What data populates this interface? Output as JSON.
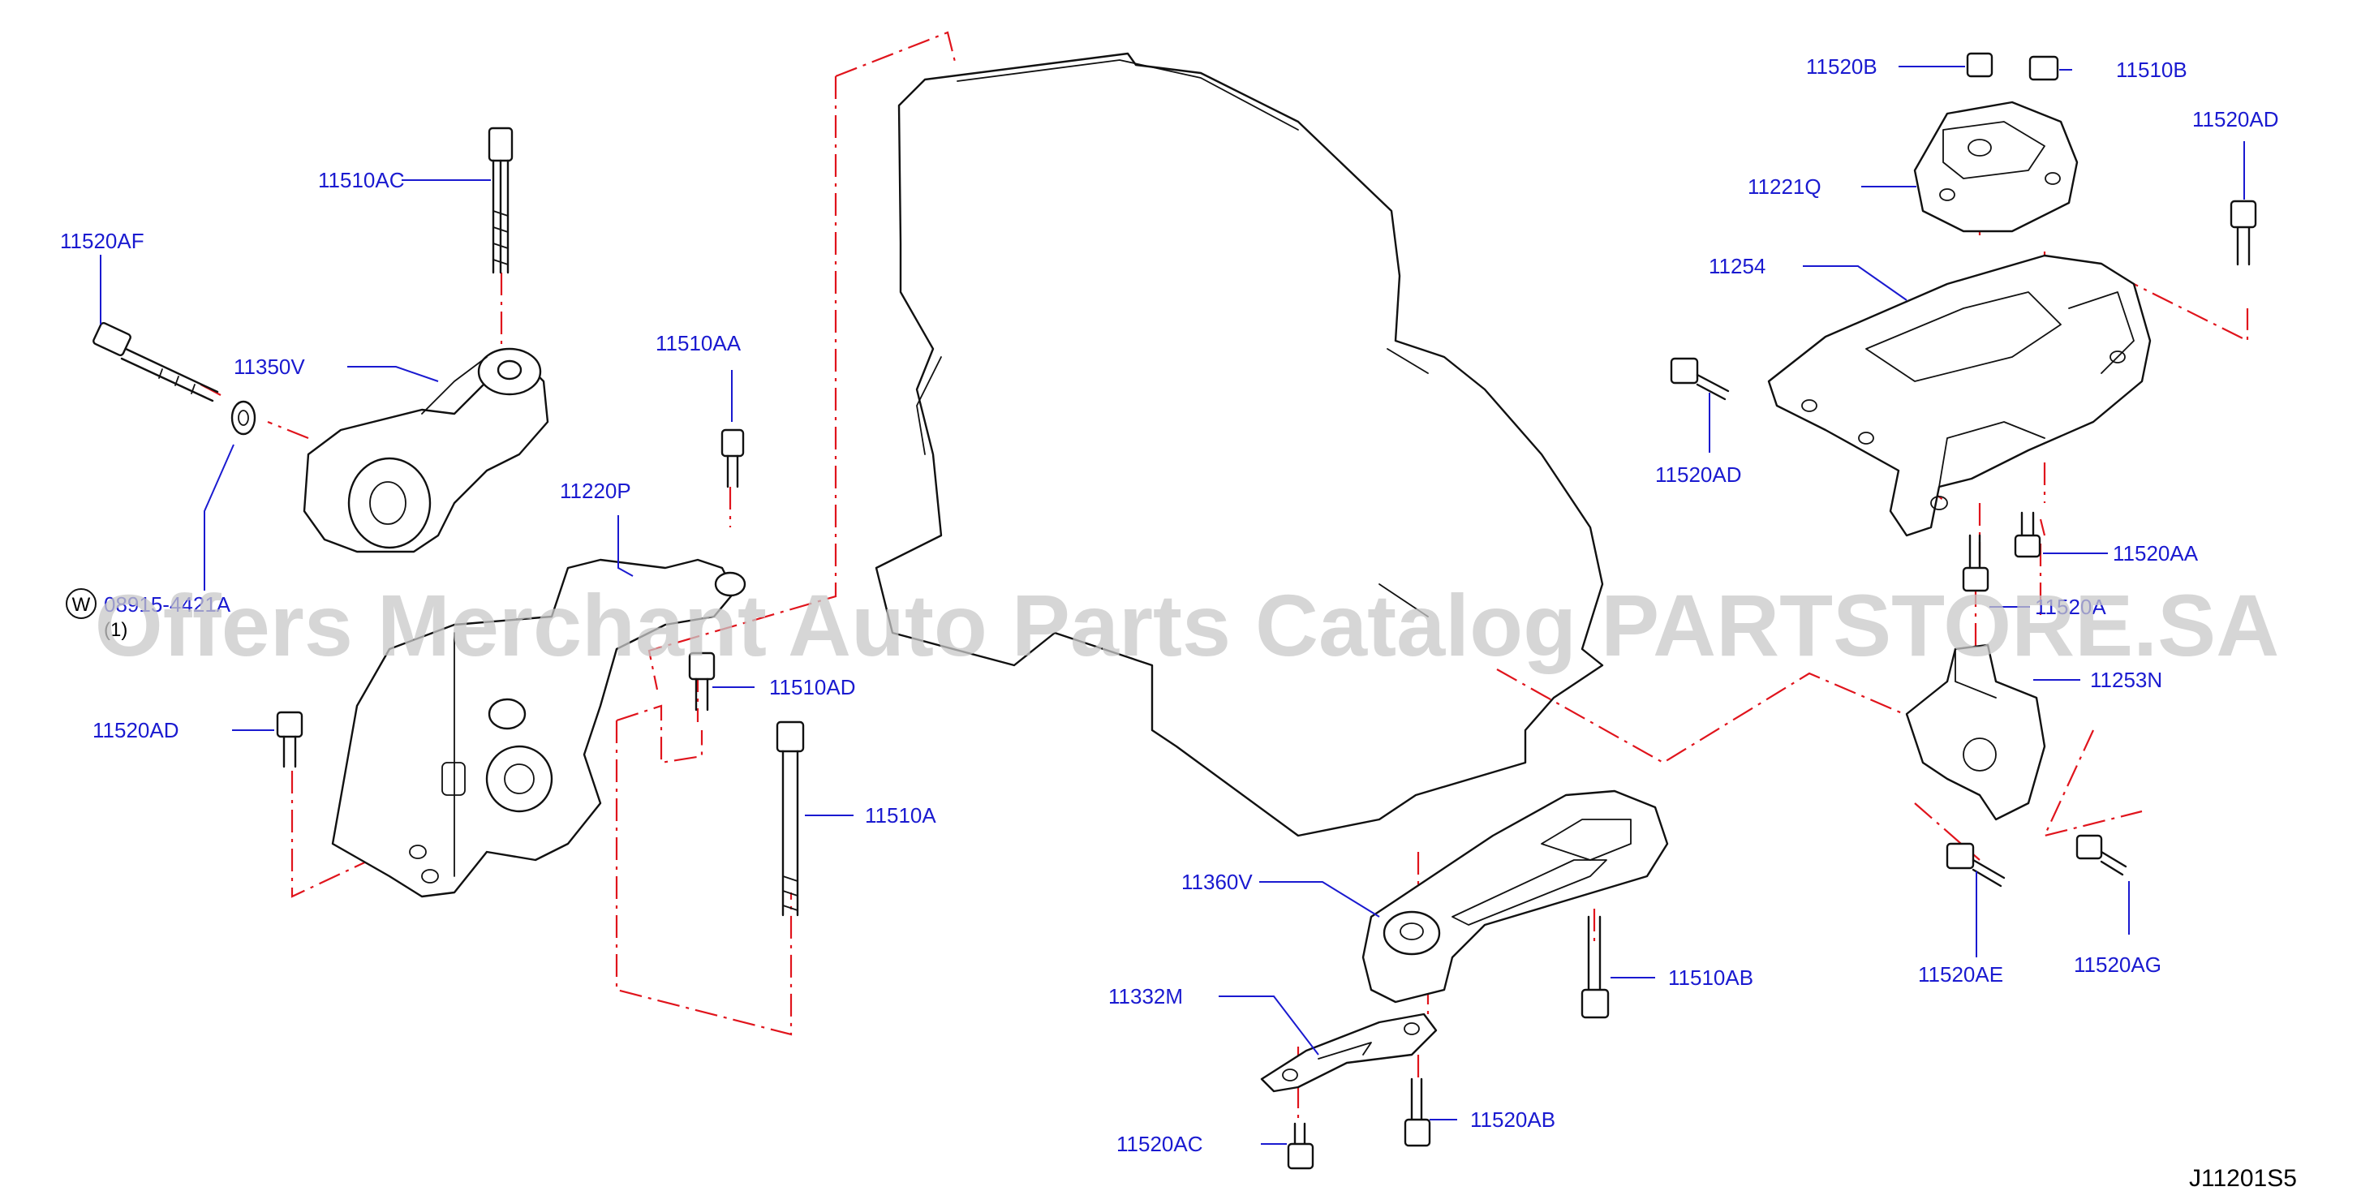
{
  "diagram": {
    "drawing_code": "J11201S5",
    "watermark": "Offers Merchant Auto Parts Catalog PARTSTORE.SA",
    "note": {
      "symbol": "W",
      "part_number": "08915-4421A",
      "quantity": "(1)"
    },
    "callouts": [
      {
        "label": "11510AC",
        "part": "bolt"
      },
      {
        "label": "11520AF",
        "part": "bolt"
      },
      {
        "label": "11350V",
        "part": "engine-mount-rear"
      },
      {
        "label": "11510AA",
        "part": "bolt"
      },
      {
        "label": "11220P",
        "part": "engine-mount-insulator-front"
      },
      {
        "label": "11510AD",
        "part": "bolt"
      },
      {
        "label": "11520AD",
        "part": "bolt"
      },
      {
        "label": "11510A",
        "part": "bolt"
      },
      {
        "label": "11360V",
        "part": "torque-rod"
      },
      {
        "label": "11510AB",
        "part": "bolt"
      },
      {
        "label": "11332M",
        "part": "bracket"
      },
      {
        "label": "11520AB",
        "part": "bolt"
      },
      {
        "label": "11520AC",
        "part": "bolt"
      },
      {
        "label": "11520B",
        "part": "nut"
      },
      {
        "label": "11510B",
        "part": "nut"
      },
      {
        "label": "11520AD",
        "part": "bolt"
      },
      {
        "label": "11221Q",
        "part": "insulator-upper"
      },
      {
        "label": "11254",
        "part": "engine-mount-bracket"
      },
      {
        "label": "11520AD",
        "part": "bolt"
      },
      {
        "label": "11520AA",
        "part": "bolt"
      },
      {
        "label": "11520A",
        "part": "bolt"
      },
      {
        "label": "11253N",
        "part": "bracket-lower"
      },
      {
        "label": "11520AE",
        "part": "bolt"
      },
      {
        "label": "11520AG",
        "part": "bolt"
      }
    ]
  }
}
